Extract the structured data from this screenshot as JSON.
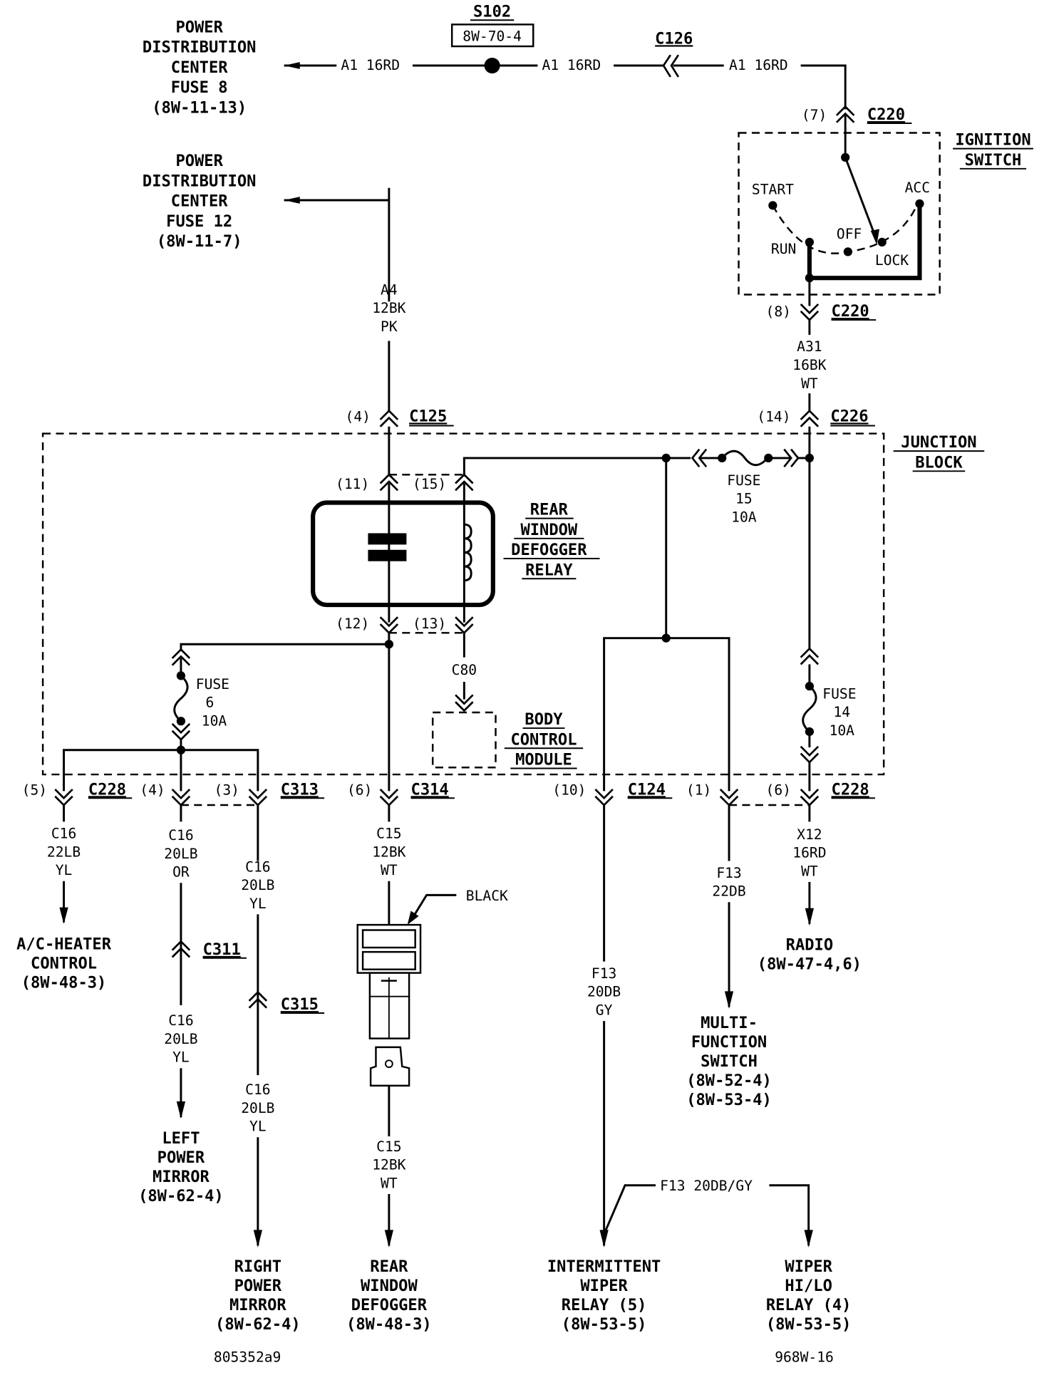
{
  "diagram": {
    "type": "wiring-schematic",
    "footer_left": "805352a9",
    "footer_right": "968W-16"
  },
  "sources": {
    "pdc_fuse8": [
      "POWER",
      "DISTRIBUTION",
      "CENTER",
      "FUSE 8",
      "(8W-11-13)"
    ],
    "pdc_fuse12": [
      "POWER",
      "DISTRIBUTION",
      "CENTER",
      "FUSE 12",
      "(8W-11-7)"
    ]
  },
  "splice": {
    "id": "S102",
    "ref": "8W-70-4"
  },
  "wires": {
    "a1_left": "A1 16RD",
    "a1_mid": "A1 16RD",
    "a1_right": "A1 16RD",
    "a4": [
      "A4",
      "12BK",
      "PK"
    ],
    "a31": [
      "A31",
      "16BK",
      "WT"
    ],
    "c16_yl_22": [
      "C16",
      "22LB",
      "YL"
    ],
    "c16_or": [
      "C16",
      "20LB",
      "OR"
    ],
    "c16_yl_a": [
      "C16",
      "20LB",
      "YL"
    ],
    "c16_yl_b": [
      "C16",
      "20LB",
      "YL"
    ],
    "c16_yl_c": [
      "C16",
      "20LB",
      "YL"
    ],
    "c15_a": [
      "C15",
      "12BK",
      "WT"
    ],
    "c15_b": [
      "C15",
      "12BK",
      "WT"
    ],
    "c80": "C80",
    "f13_gy": [
      "F13",
      "20DB",
      "GY"
    ],
    "f13_22": [
      "F13",
      "22DB"
    ],
    "x12": [
      "X12",
      "16RD",
      "WT"
    ],
    "f13_branch": "F13 20DB/GY"
  },
  "connectors": {
    "c126": "C126",
    "c220_top": {
      "id": "C220",
      "pin": "(7)"
    },
    "c220_bot": {
      "id": "C220",
      "pin": "(8)"
    },
    "c125": {
      "id": "C125",
      "pin": "(4)"
    },
    "c226": {
      "id": "C226",
      "pin": "(14)"
    },
    "relay_pins": [
      "(11)",
      "(15)",
      "(12)",
      "(13)"
    ],
    "c228_left": {
      "id": "C228",
      "pin": "(5)"
    },
    "c313": {
      "id": "C313",
      "pins": [
        "(4)",
        "(3)"
      ]
    },
    "c314": {
      "id": "C314",
      "pin": "(6)"
    },
    "c124": {
      "id": "C124",
      "pins": [
        "(10)",
        "(1)"
      ]
    },
    "c228_right": {
      "id": "C228",
      "pin": "(6)"
    },
    "c311": "C311",
    "c315": "C315"
  },
  "ignition_switch": {
    "title": [
      "IGNITION",
      "SWITCH"
    ],
    "positions": [
      "START",
      "ACC",
      "OFF",
      "RUN",
      "LOCK"
    ]
  },
  "junction_block": {
    "title": [
      "JUNCTION",
      "BLOCK"
    ],
    "relay": [
      "REAR",
      "WINDOW",
      "DEFOGGER",
      "RELAY"
    ],
    "fuse15": [
      "FUSE",
      "15",
      "10A"
    ],
    "fuse6": [
      "FUSE",
      "6",
      "10A"
    ],
    "fuse14": [
      "FUSE",
      "14",
      "10A"
    ],
    "bcm": [
      "BODY",
      "CONTROL",
      "MODULE"
    ]
  },
  "connector_color_label": "BLACK",
  "destinations": {
    "ac_heater": [
      "A/C-HEATER",
      "CONTROL",
      "(8W-48-3)"
    ],
    "left_mirror": [
      "LEFT",
      "POWER",
      "MIRROR",
      "(8W-62-4)"
    ],
    "right_mirror": [
      "RIGHT",
      "POWER",
      "MIRROR",
      "(8W-62-4)"
    ],
    "rear_defogger": [
      "REAR",
      "WINDOW",
      "DEFOGGER",
      "(8W-48-3)"
    ],
    "int_wiper": [
      "INTERMITTENT",
      "WIPER",
      "RELAY (5)",
      "(8W-53-5)"
    ],
    "multifunction": [
      "MULTI-",
      "FUNCTION",
      "SWITCH",
      "(8W-52-4)",
      "(8W-53-4)"
    ],
    "radio": [
      "RADIO",
      "(8W-47-4,6)"
    ],
    "wiper_hilo": [
      "WIPER",
      "HI/LO",
      "RELAY (4)",
      "(8W-53-5)"
    ]
  }
}
